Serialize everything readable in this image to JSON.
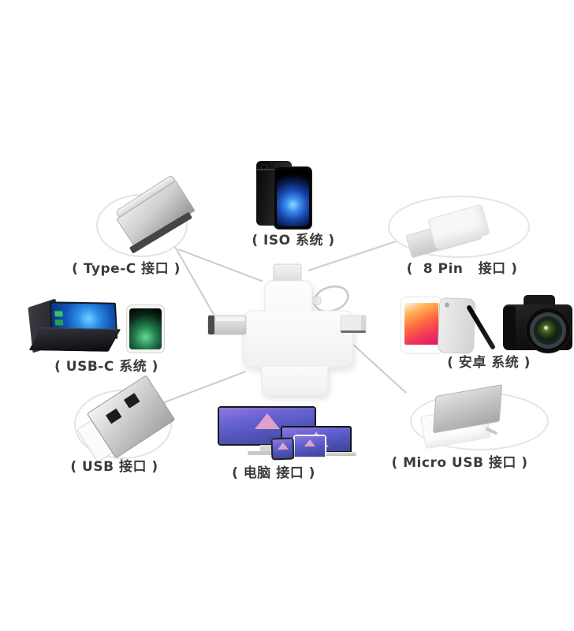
{
  "labels": {
    "type_c": "( Type-C 接口 )",
    "iso": "( ISO 系统 )",
    "eight_pin": "(  8 Pin   接口 )",
    "usb_c": "( USB-C 系统 )",
    "android": "( 安卓 系统 )",
    "usb": "( USB 接口 )",
    "computer": "( 电脑 接口 )",
    "micro_usb": "( Micro USB 接口 )"
  },
  "colors": {
    "background": "#ffffff",
    "label_text": "#3b3b3b",
    "callout_line": "#cbcbcb",
    "ellipse_border": "#e4e4e4",
    "device_body": "#fbfbfb",
    "metal_connector": "#c9c9c9"
  },
  "icons": {
    "center": "four-in-one-usb-flash-drive",
    "top_left": "type-c-connector-photo",
    "top_center": "iphone-photos",
    "top_right": "lightning-8pin-connector-photo",
    "mid_left": "laptops-and-phone-photo",
    "mid_right": "android-phones-stylus-dslr-camera-photo",
    "bottom_left": "usb-a-connector-photo",
    "bottom_center": "computers-devices-photo",
    "bottom_right": "micro-usb-connector-photo"
  }
}
